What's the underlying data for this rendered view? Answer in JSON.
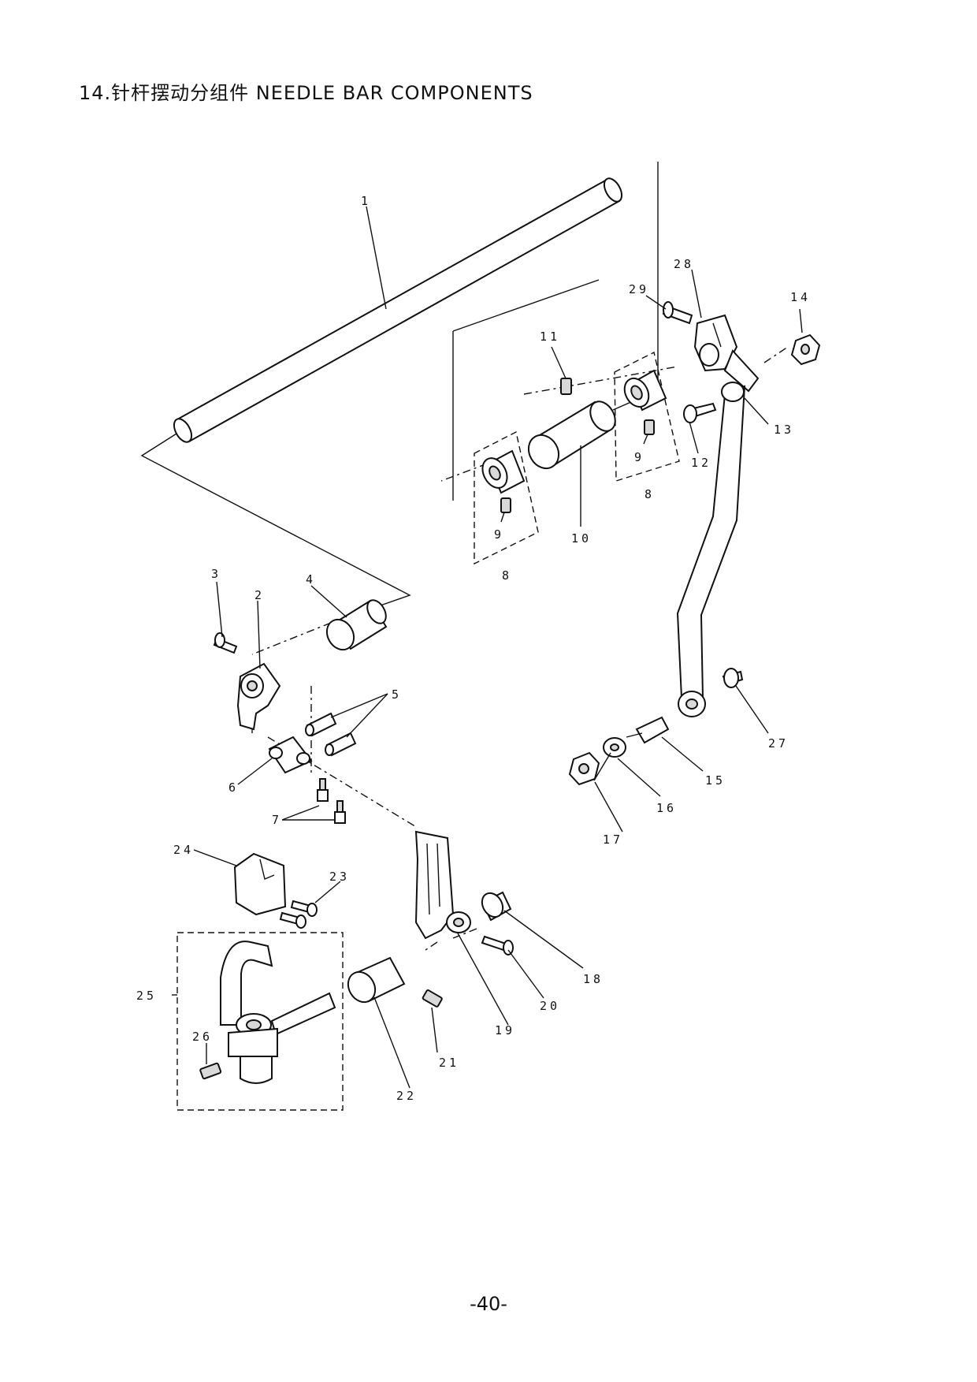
{
  "header": {
    "title": "14.针杆摆动分组件 NEEDLE BAR COMPONENTS"
  },
  "footer": {
    "page_number": "-40-"
  },
  "callouts": {
    "c1": "1",
    "c2": "2",
    "c3": "3",
    "c4": "4",
    "c5": "5",
    "c6": "6",
    "c7": "7",
    "c8a": "8",
    "c8b": "8",
    "c9a": "9",
    "c9b": "9",
    "c10": "10",
    "c11": "11",
    "c12": "12",
    "c13": "13",
    "c14": "14",
    "c15": "15",
    "c16": "16",
    "c17": "17",
    "c18": "18",
    "c19": "19",
    "c20": "20",
    "c21": "21",
    "c22": "22",
    "c23": "23",
    "c24": "24",
    "c25": "25",
    "c26": "26",
    "c27": "27",
    "c28": "28",
    "c29": "29"
  }
}
